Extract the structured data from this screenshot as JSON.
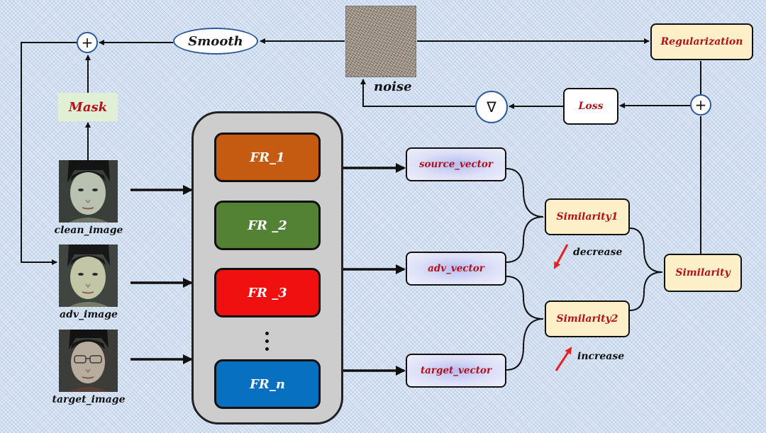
{
  "smooth": "Smooth",
  "noise": "noise",
  "regularization": "Regularization",
  "loss": "Loss",
  "gradient_symbol": "∇",
  "plus_symbol": "+",
  "mask": "Mask",
  "images": {
    "clean": "clean_image",
    "adv": "adv_image",
    "target": "target_image"
  },
  "fr_models": [
    "FR_1",
    "FR _2",
    "FR _3",
    "FR_n"
  ],
  "vectors": {
    "source": "source_vector",
    "adv": "adv_vector",
    "target": "target_vector"
  },
  "similarity1": "Similarity1",
  "similarity2": "Similarity2",
  "similarity": "Similarity",
  "decrease": "decrease",
  "increase": "increase",
  "colors": {
    "fr1": "#c55a11",
    "fr2": "#548235",
    "fr3": "#f01010",
    "frn": "#0870c0",
    "label_red": "#b3111b",
    "trend_arrow": "#e8201f"
  }
}
